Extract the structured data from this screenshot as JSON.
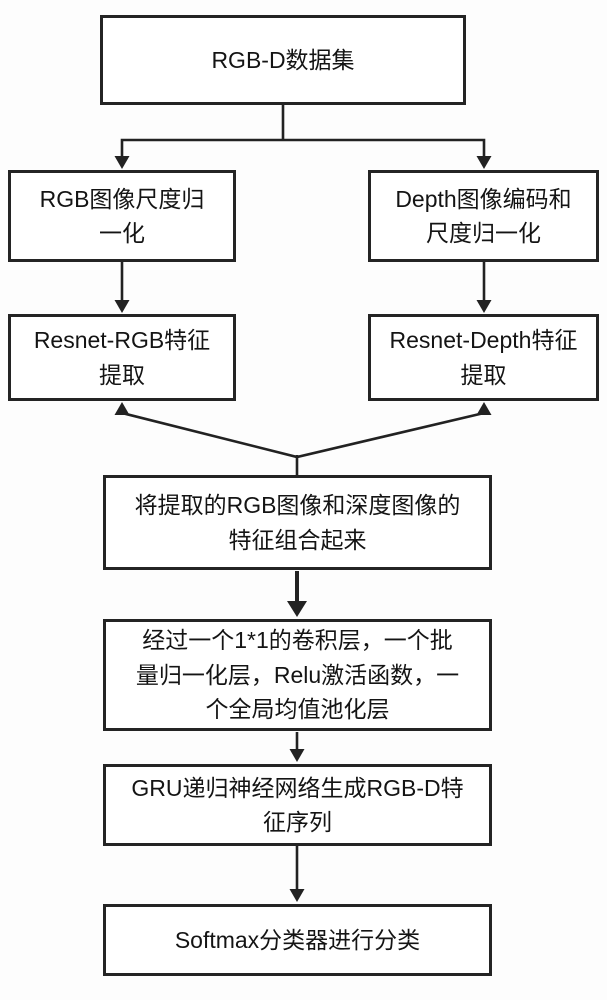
{
  "diagram": {
    "type": "flowchart",
    "colors": {
      "stroke": "#242424",
      "fill": "#ffffff",
      "text": "#141414",
      "background": "#fdfdfd"
    },
    "nodes": {
      "dataset": {
        "label": "RGB-D数据集",
        "lines": [
          "RGB-D数据集"
        ]
      },
      "rgb_norm": {
        "label": "RGB图像尺度归一化",
        "lines": [
          "RGB图像尺度归",
          "一化"
        ]
      },
      "depth_norm": {
        "label": "Depth图像编码和尺度归一化",
        "lines": [
          "Depth图像编码和",
          "尺度归一化"
        ]
      },
      "resnet_rgb": {
        "label": "Resnet-RGB特征提取",
        "lines": [
          "Resnet-RGB特征",
          "提取"
        ]
      },
      "resnet_depth": {
        "label": "Resnet-Depth特征提取",
        "lines": [
          "Resnet-Depth特征",
          "提取"
        ]
      },
      "combine": {
        "label": "将提取的RGB图像和深度图像的特征组合起来",
        "lines": [
          "将提取的RGB图像和深度图像的",
          "特征组合起来"
        ]
      },
      "conv": {
        "label": "经过一个1*1的卷积层，一个批量归一化层，Relu激活函数，一个全局均值池化层",
        "lines": [
          "经过一个1*1的卷积层，一个批",
          "量归一化层，Relu激活函数，一",
          "个全局均值池化层"
        ]
      },
      "gru": {
        "label": "GRU递归神经网络生成RGB-D特征序列",
        "lines": [
          "GRU递归神经网络生成RGB-D特",
          "征序列"
        ]
      },
      "softmax": {
        "label": "Softmax分类器进行分类",
        "lines": [
          "Softmax分类器进行分类"
        ]
      }
    },
    "edges": [
      {
        "from": "dataset",
        "to": "rgb_norm"
      },
      {
        "from": "dataset",
        "to": "depth_norm"
      },
      {
        "from": "rgb_norm",
        "to": "resnet_rgb"
      },
      {
        "from": "depth_norm",
        "to": "resnet_depth"
      },
      {
        "from": "resnet_rgb",
        "to": "combine"
      },
      {
        "from": "resnet_depth",
        "to": "combine"
      },
      {
        "from": "combine",
        "to": "conv"
      },
      {
        "from": "conv",
        "to": "gru"
      },
      {
        "from": "gru",
        "to": "softmax"
      }
    ]
  }
}
